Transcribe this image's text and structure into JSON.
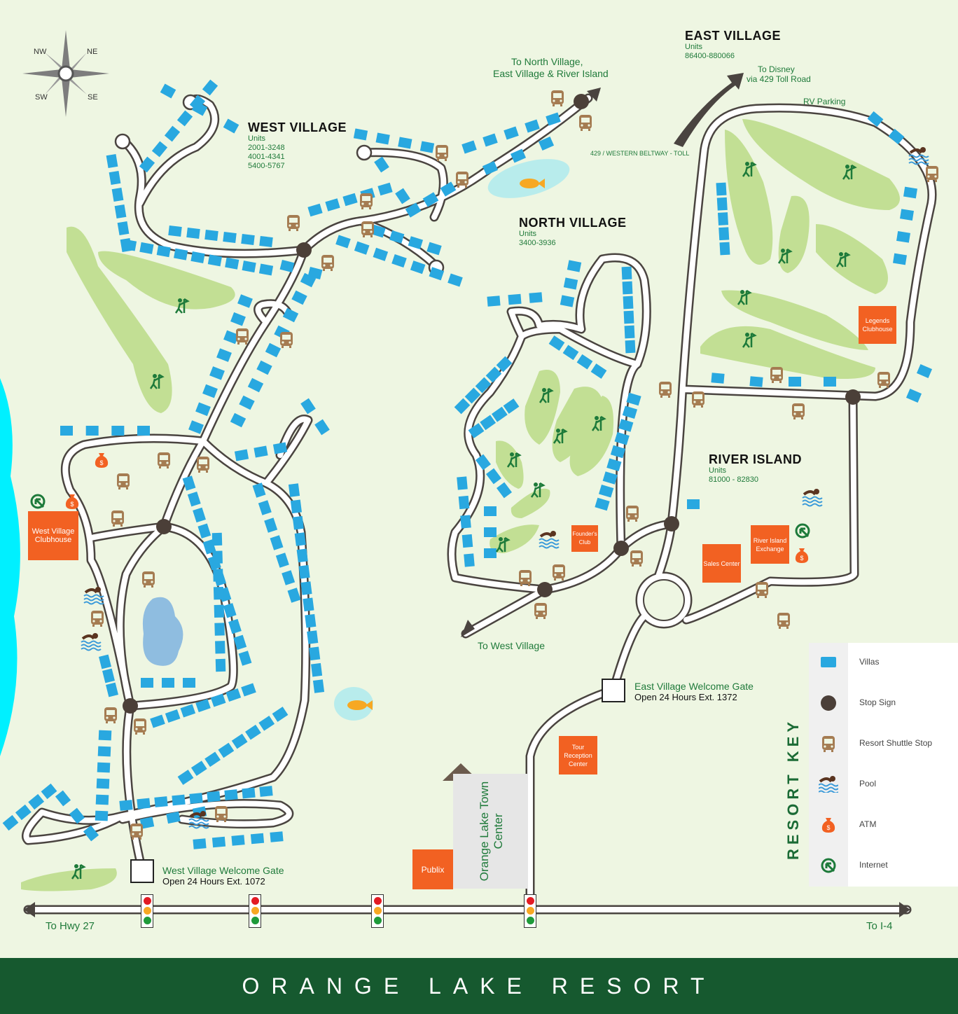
{
  "title": "ORANGE LAKE RESORT",
  "colors": {
    "background": "#eef6e2",
    "villa": "#29a8e0",
    "stop": "#4b3f38",
    "shuttle": "#a57c52",
    "building": "#f26122",
    "footer": "#16592f",
    "text_green": "#1f7a3a",
    "fairway": "#c2df94",
    "water": "#00f0ff",
    "lake": "#8fbde0"
  },
  "compass": {
    "nw": "NW",
    "ne": "NE",
    "sw": "SW",
    "se": "SE"
  },
  "villages": {
    "west": {
      "name": "WEST VILLAGE",
      "units_label": "Units",
      "units": [
        "2001-3248",
        "4001-4341",
        "5400-5767"
      ]
    },
    "north": {
      "name": "NORTH VILLAGE",
      "units_label": "Units",
      "units": [
        "3400-3936"
      ]
    },
    "east": {
      "name": "EAST VILLAGE",
      "units_label": "Units",
      "units": [
        "86400-880066"
      ]
    },
    "river": {
      "name": "RIVER ISLAND",
      "units_label": "Units",
      "units": [
        "81000 - 82830"
      ]
    }
  },
  "labels": {
    "to_north_1": "To North Village,",
    "to_north_2": "East Village & River Island",
    "to_disney_1": "To Disney",
    "to_disney_2": "via 429 Toll Road",
    "beltway": "429 / WESTERN BELTWAY - TOLL",
    "rv_parking": "RV Parking",
    "to_west_village": "To West Village",
    "to_hwy27": "To Hwy 27",
    "to_i4": "To I-4"
  },
  "buildings": {
    "west_clubhouse": "West Village Clubhouse",
    "legends": "Legends Clubhouse",
    "founders": "Founder's Club",
    "sales": "Sales Center",
    "river_exchange": "River Island Exchange",
    "tour": "Tour Reception Center",
    "publix": "Publix",
    "town_center": "Orange Lake Town Center"
  },
  "gates": {
    "west": {
      "name": "West Village Welcome Gate",
      "info": "Open 24 Hours Ext. 1072"
    },
    "east": {
      "name": "East Village Welcome Gate",
      "info": "Open 24 Hours Ext. 1372"
    }
  },
  "key": {
    "title": "RESORT KEY",
    "items": [
      {
        "icon": "villa-icon",
        "label": "Villas"
      },
      {
        "icon": "stop-sign-icon",
        "label": "Stop Sign"
      },
      {
        "icon": "shuttle-icon",
        "label": "Resort Shuttle Stop"
      },
      {
        "icon": "pool-icon",
        "label": "Pool"
      },
      {
        "icon": "atm-icon",
        "label": "ATM"
      },
      {
        "icon": "internet-icon",
        "label": "Internet"
      }
    ]
  }
}
